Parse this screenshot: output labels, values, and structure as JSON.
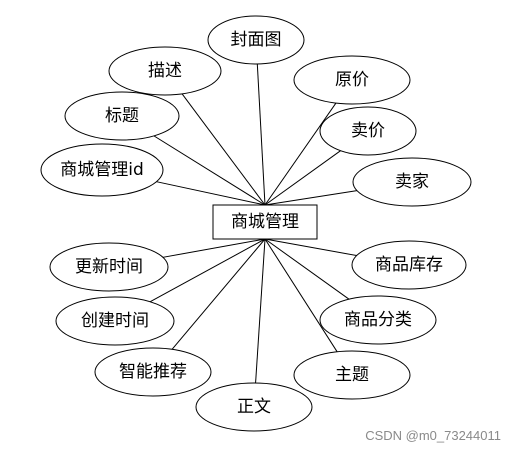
{
  "entity": {
    "label": "商城管理"
  },
  "attributes": [
    {
      "id": "cover",
      "label": "封面图"
    },
    {
      "id": "desc",
      "label": "描述"
    },
    {
      "id": "orig-price",
      "label": "原价"
    },
    {
      "id": "title",
      "label": "标题"
    },
    {
      "id": "sale-price",
      "label": "卖价"
    },
    {
      "id": "mall-id",
      "label": "商城管理id"
    },
    {
      "id": "seller",
      "label": "卖家"
    },
    {
      "id": "update-time",
      "label": "更新时间"
    },
    {
      "id": "stock",
      "label": "商品库存"
    },
    {
      "id": "create-time",
      "label": "创建时间"
    },
    {
      "id": "category",
      "label": "商品分类"
    },
    {
      "id": "recommend",
      "label": "智能推荐"
    },
    {
      "id": "theme",
      "label": "主题"
    },
    {
      "id": "body-text",
      "label": "正文"
    }
  ],
  "watermark": "CSDN @m0_73244011"
}
